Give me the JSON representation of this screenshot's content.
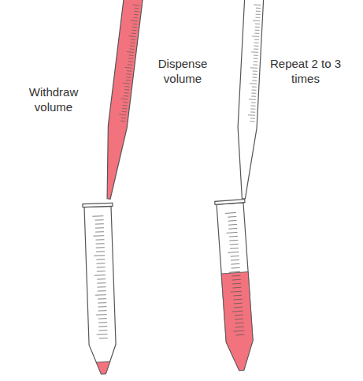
{
  "diagram": {
    "labels": [
      "Withdraw volume",
      "Dispense volume",
      "Repeat 2 to 3 times"
    ]
  }
}
